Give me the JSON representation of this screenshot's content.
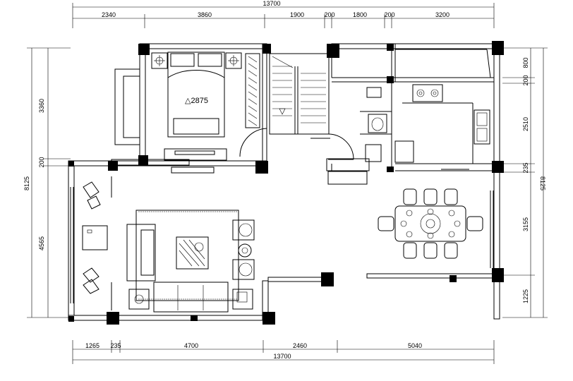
{
  "dimensions": {
    "top_total": "13700",
    "top": [
      "2340",
      "3860",
      "1900",
      "200",
      "1800",
      "200",
      "3200"
    ],
    "bottom_total": "13700",
    "bottom": [
      "1265",
      "235",
      "4700",
      "2460",
      "5040"
    ],
    "left": [
      "3360",
      "200",
      "4565"
    ],
    "left_total": "8125",
    "right": [
      "800",
      "200",
      "2510",
      "235",
      "3155",
      "1225"
    ],
    "right_total": "8125"
  },
  "bedroom_label": "△2875"
}
